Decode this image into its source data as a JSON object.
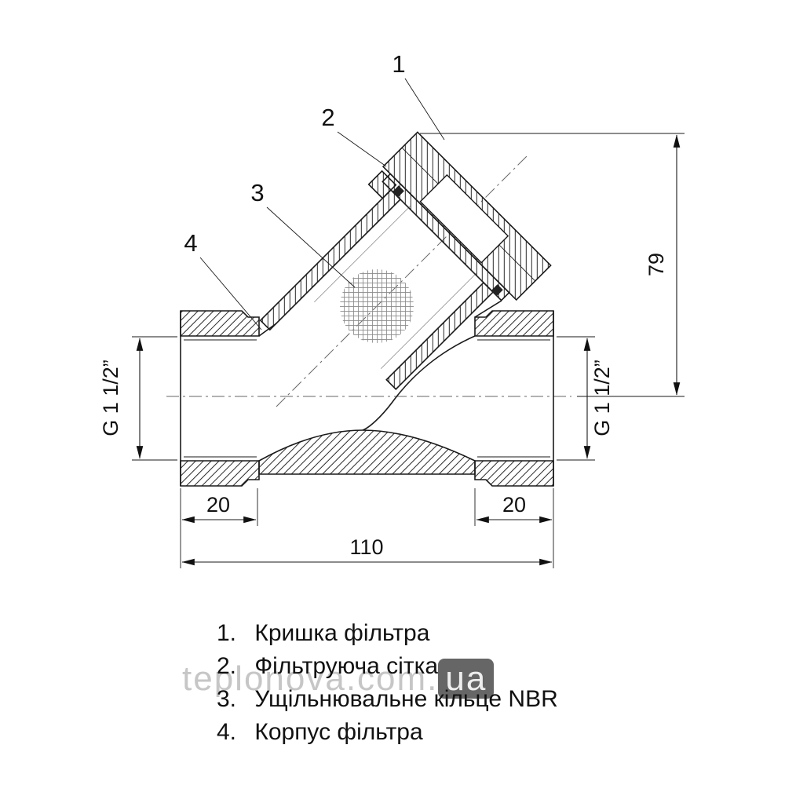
{
  "drawing": {
    "callouts": [
      {
        "num": "1"
      },
      {
        "num": "2"
      },
      {
        "num": "3"
      },
      {
        "num": "4"
      }
    ],
    "dims": {
      "overall_height": "79",
      "port_thread_left": "G 1 1/2”",
      "port_thread_right": "G 1 1/2”",
      "thread_depth_left": "20",
      "thread_depth_right": "20",
      "overall_length": "110"
    }
  },
  "legend": {
    "items": [
      {
        "num": "1.",
        "label": "Кришка фільтра"
      },
      {
        "num": "2.",
        "label": "Фільтруюча сітка"
      },
      {
        "num": "3.",
        "label": "Ущільнювальне кільце NBR"
      },
      {
        "num": "4.",
        "label": "Корпус фільтра"
      }
    ]
  },
  "watermark": {
    "text": "teplonova.com.",
    "suffix": "ua"
  }
}
